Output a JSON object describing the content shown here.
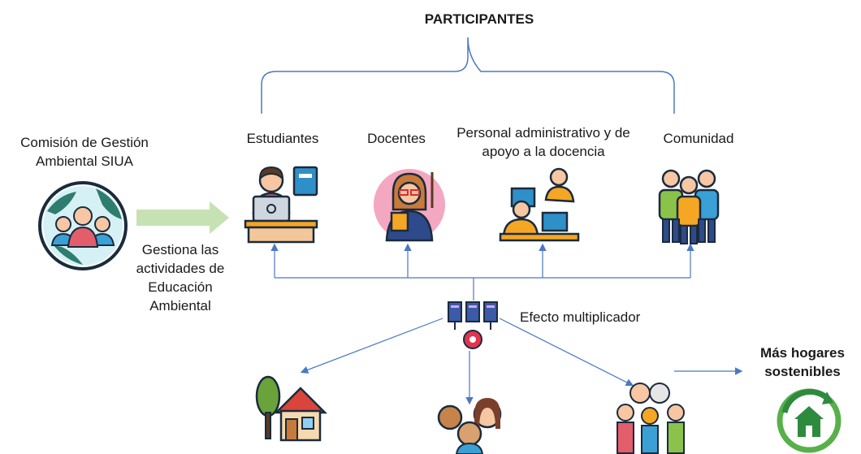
{
  "header": {
    "title": "PARTICIPANTES"
  },
  "commission": {
    "line1": "Comisión de Gestión",
    "line2": "Ambiental SIUA"
  },
  "manages": {
    "line1": "Gestiona las",
    "line2": "actividades de",
    "line3": "Educación",
    "line4": "Ambiental"
  },
  "participants": {
    "students": "Estudiantes",
    "teachers": "Docentes",
    "staff_line1": "Personal administrativo y de",
    "staff_line2": "apoyo a la docencia",
    "community": "Comunidad"
  },
  "effect": {
    "label": "Efecto multiplicador"
  },
  "outcome": {
    "line1": "Más hogares",
    "line2": "sostenibles"
  },
  "colors": {
    "line": "#4a78c2",
    "arrow_green": "#c6e2b3",
    "accent_orange": "#f5a623",
    "accent_blue": "#3aa0d6"
  },
  "icons": [
    "globe-people-icon",
    "student-laptop-icon",
    "teacher-icon",
    "office-staff-icon",
    "community-group-icon",
    "server-gear-icon",
    "house-tree-icon",
    "family-faces-icon",
    "big-family-icon",
    "green-home-recycle-icon"
  ]
}
